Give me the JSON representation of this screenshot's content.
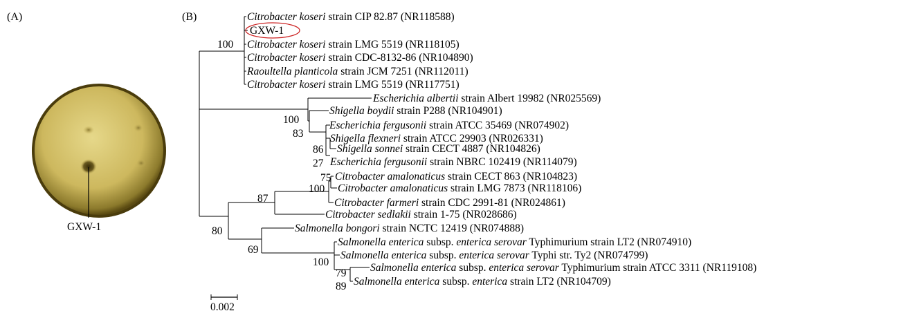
{
  "panel_a": {
    "label": "(A)",
    "colony_label": "GXW-1",
    "plate_color": "#d8c878"
  },
  "panel_b": {
    "label": "(B)",
    "scale_bar": "0.002",
    "highlight_color": "#cc2222",
    "taxa": [
      {
        "id": "t1",
        "species": "Citrobacter koseri",
        "rest": " strain CIP 82.87 (NR118588)"
      },
      {
        "id": "t2",
        "species": "",
        "rest": "GXW-1"
      },
      {
        "id": "t3",
        "species": "Citrobacter koseri",
        "rest": " strain LMG 5519 (NR118105)"
      },
      {
        "id": "t4",
        "species": "Citrobacter koseri",
        "rest": " strain CDC-8132-86 (NR104890)"
      },
      {
        "id": "t5",
        "species": "Raoultella planticola",
        "rest": " strain JCM 7251 (NR112011)"
      },
      {
        "id": "t6",
        "species": "Citrobacter koseri",
        "rest": " strain LMG 5519 (NR117751)"
      },
      {
        "id": "t7",
        "species": "Escherichia albertii",
        "rest": " strain Albert 19982 (NR025569)"
      },
      {
        "id": "t8",
        "species": "Shigella boydii",
        "rest": " strain P288 (NR104901)"
      },
      {
        "id": "t9",
        "species": "Escherichia fergusonii",
        "rest": " strain ATCC 35469 (NR074902)"
      },
      {
        "id": "t10",
        "species": "Shigella flexneri",
        "rest": " strain ATCC 29903 (NR026331)"
      },
      {
        "id": "t11",
        "species": "Shigella sonnei",
        "rest": " strain CECT 4887 (NR104826)"
      },
      {
        "id": "t12",
        "species": "Escherichia fergusonii",
        "rest": " strain NBRC 102419 (NR114079)"
      },
      {
        "id": "t13",
        "species": "Citrobacter amalonaticus",
        "rest": " strain CECT 863 (NR104823)"
      },
      {
        "id": "t14",
        "species": "Citrobacter amalonaticus",
        "rest": " strain LMG 7873 (NR118106)"
      },
      {
        "id": "t15",
        "species": "Citrobacter farmeri",
        "rest": " strain CDC 2991-81 (NR024861)"
      },
      {
        "id": "t16",
        "species": "Citrobacter sedlakii",
        "rest": " strain 1-75 (NR028686)"
      },
      {
        "id": "t17",
        "species": "Salmonella bongori",
        "rest": " strain NCTC 12419 (NR074888)"
      },
      {
        "id": "t18",
        "species": "Salmonella enterica",
        "mid": " subsp. ",
        "species2": "enterica serovar",
        "rest": " Typhimurium strain LT2 (NR074910)"
      },
      {
        "id": "t19",
        "species": "Salmonella enterica",
        "mid": " subsp. ",
        "species2": "enterica serovar",
        "rest": " Typhi str. Ty2 (NR074799)"
      },
      {
        "id": "t20",
        "species": "Salmonella enterica",
        "mid": " subsp. ",
        "species2": "enterica serovar",
        "rest": " Typhimurium strain ATCC 3311 (NR119108)"
      },
      {
        "id": "t21",
        "species": "Salmonella enterica",
        "mid": " subsp. ",
        "species2": "enterica",
        "rest": " strain LT2 (NR104709)"
      }
    ],
    "bootstrap": [
      {
        "id": "b100a",
        "value": "100"
      },
      {
        "id": "b100b",
        "value": "100"
      },
      {
        "id": "b83",
        "value": "83"
      },
      {
        "id": "b86",
        "value": "86"
      },
      {
        "id": "b27",
        "value": "27"
      },
      {
        "id": "b75",
        "value": "75"
      },
      {
        "id": "b100c",
        "value": "100"
      },
      {
        "id": "b87",
        "value": "87"
      },
      {
        "id": "b80",
        "value": "80"
      },
      {
        "id": "b69",
        "value": "69"
      },
      {
        "id": "b100d",
        "value": "100"
      },
      {
        "id": "b79",
        "value": "79"
      },
      {
        "id": "b89",
        "value": "89"
      }
    ]
  }
}
